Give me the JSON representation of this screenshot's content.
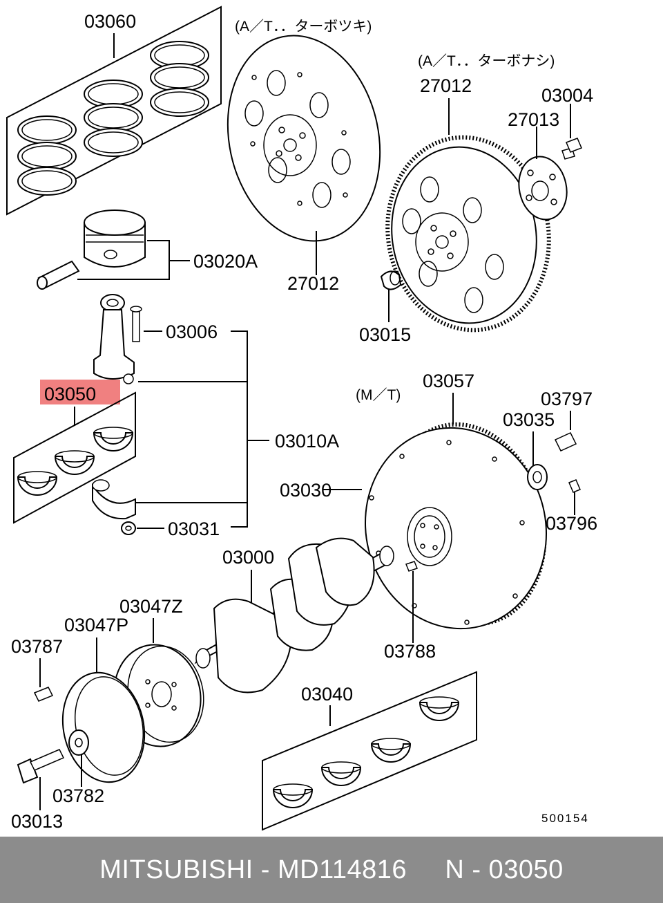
{
  "notes": {
    "at_turbo": "(A／T．．ターボツキ)",
    "at_no_turbo": "(A／T．．ターボナシ)",
    "mt": "(M／T)"
  },
  "parts": {
    "p03060": "03060",
    "p03020a": "03020A",
    "p03006": "03006",
    "p03050": "03050",
    "p03010a": "03010A",
    "p03031": "03031",
    "p03000": "03000",
    "p03047z": "03047Z",
    "p03047p": "03047P",
    "p03787": "03787",
    "p03782": "03782",
    "p03013": "03013",
    "p03040": "03040",
    "p27012a": "27012",
    "p27012b": "27012",
    "p27013": "27013",
    "p03004": "03004",
    "p03015": "03015",
    "p03057": "03057",
    "p03797": "03797",
    "p03035": "03035",
    "p03030": "03030",
    "p03796": "03796",
    "p03788": "03788"
  },
  "highlight": {
    "part": "03050",
    "color": "#f08080"
  },
  "diagram_code": "500154",
  "footer": {
    "text": "MITSUBISHI - MD114816     N - 03050",
    "background": "#8c8c8c",
    "color": "#ffffff"
  }
}
